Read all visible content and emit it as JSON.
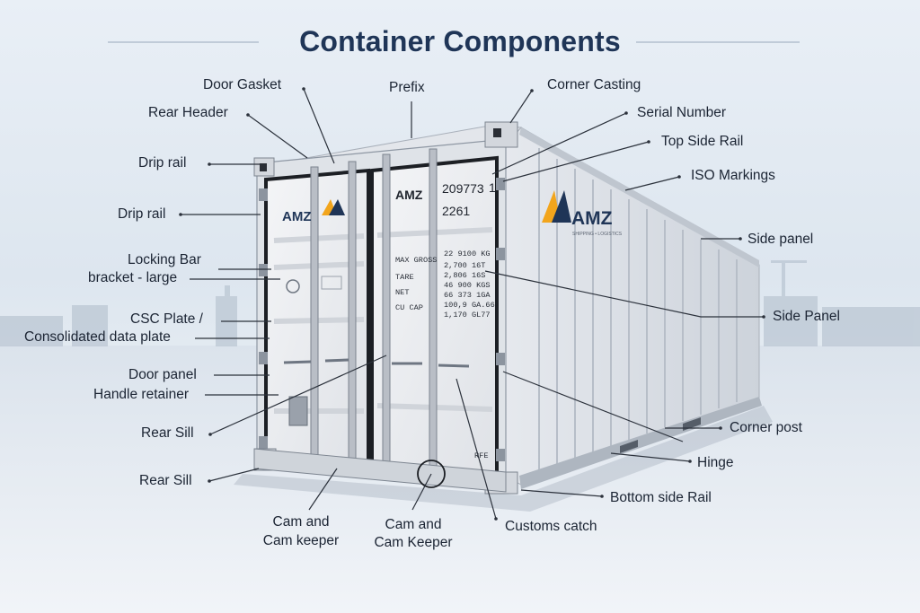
{
  "title": "Container Components",
  "brand": {
    "name": "AMZ",
    "tagline": "SHIPPING • LOGISTICS",
    "accent": "#f2a51c",
    "navy": "#1f3557"
  },
  "container": {
    "owner_code": "AMZ",
    "serial": "209773",
    "check_digit": "1",
    "type_code": "2261",
    "spec_labels": [
      "MAX GROSS",
      "TARE",
      "NET",
      "CU CAP"
    ],
    "spec_values_a": [
      "22 9100 KG",
      "2,700 16T",
      "2,806 16S",
      "46 900 KGS",
      "66 373 1GA",
      "100,9 GA.66",
      "1,170 GL77"
    ],
    "door_mark": "RFE"
  },
  "labels": {
    "door_gasket": "Door Gasket",
    "prefix": "Prefix",
    "corner_casting": "Corner Casting",
    "rear_header": "Rear Header",
    "serial_number": "Serial Number",
    "top_side_rail": "Top Side Rail",
    "drip_rail_top": "Drip rail",
    "iso_markings": "ISO Markings",
    "drip_rail": "Drip rail",
    "side_panel_top": "Side panel",
    "locking_bar_1": "Locking Bar",
    "locking_bar_2": "bracket - large",
    "side_panel": "Side Panel",
    "csc_plate_1": "CSC Plate /",
    "csc_plate_2": "Consolidated data plate",
    "door_panel": "Door panel",
    "handle_retainer": "Handle retainer",
    "corner_post": "Corner post",
    "rear_sill_1": "Rear Sill",
    "hinge": "Hinge",
    "rear_sill_2": "Rear Sill",
    "bottom_side_rail": "Bottom side Rail",
    "cam_keeper_1a": "Cam and",
    "cam_keeper_1b": "Cam keeper",
    "cam_keeper_2a": "Cam and",
    "cam_keeper_2b": "Cam Keeper",
    "customs_catch": "Customs catch"
  }
}
